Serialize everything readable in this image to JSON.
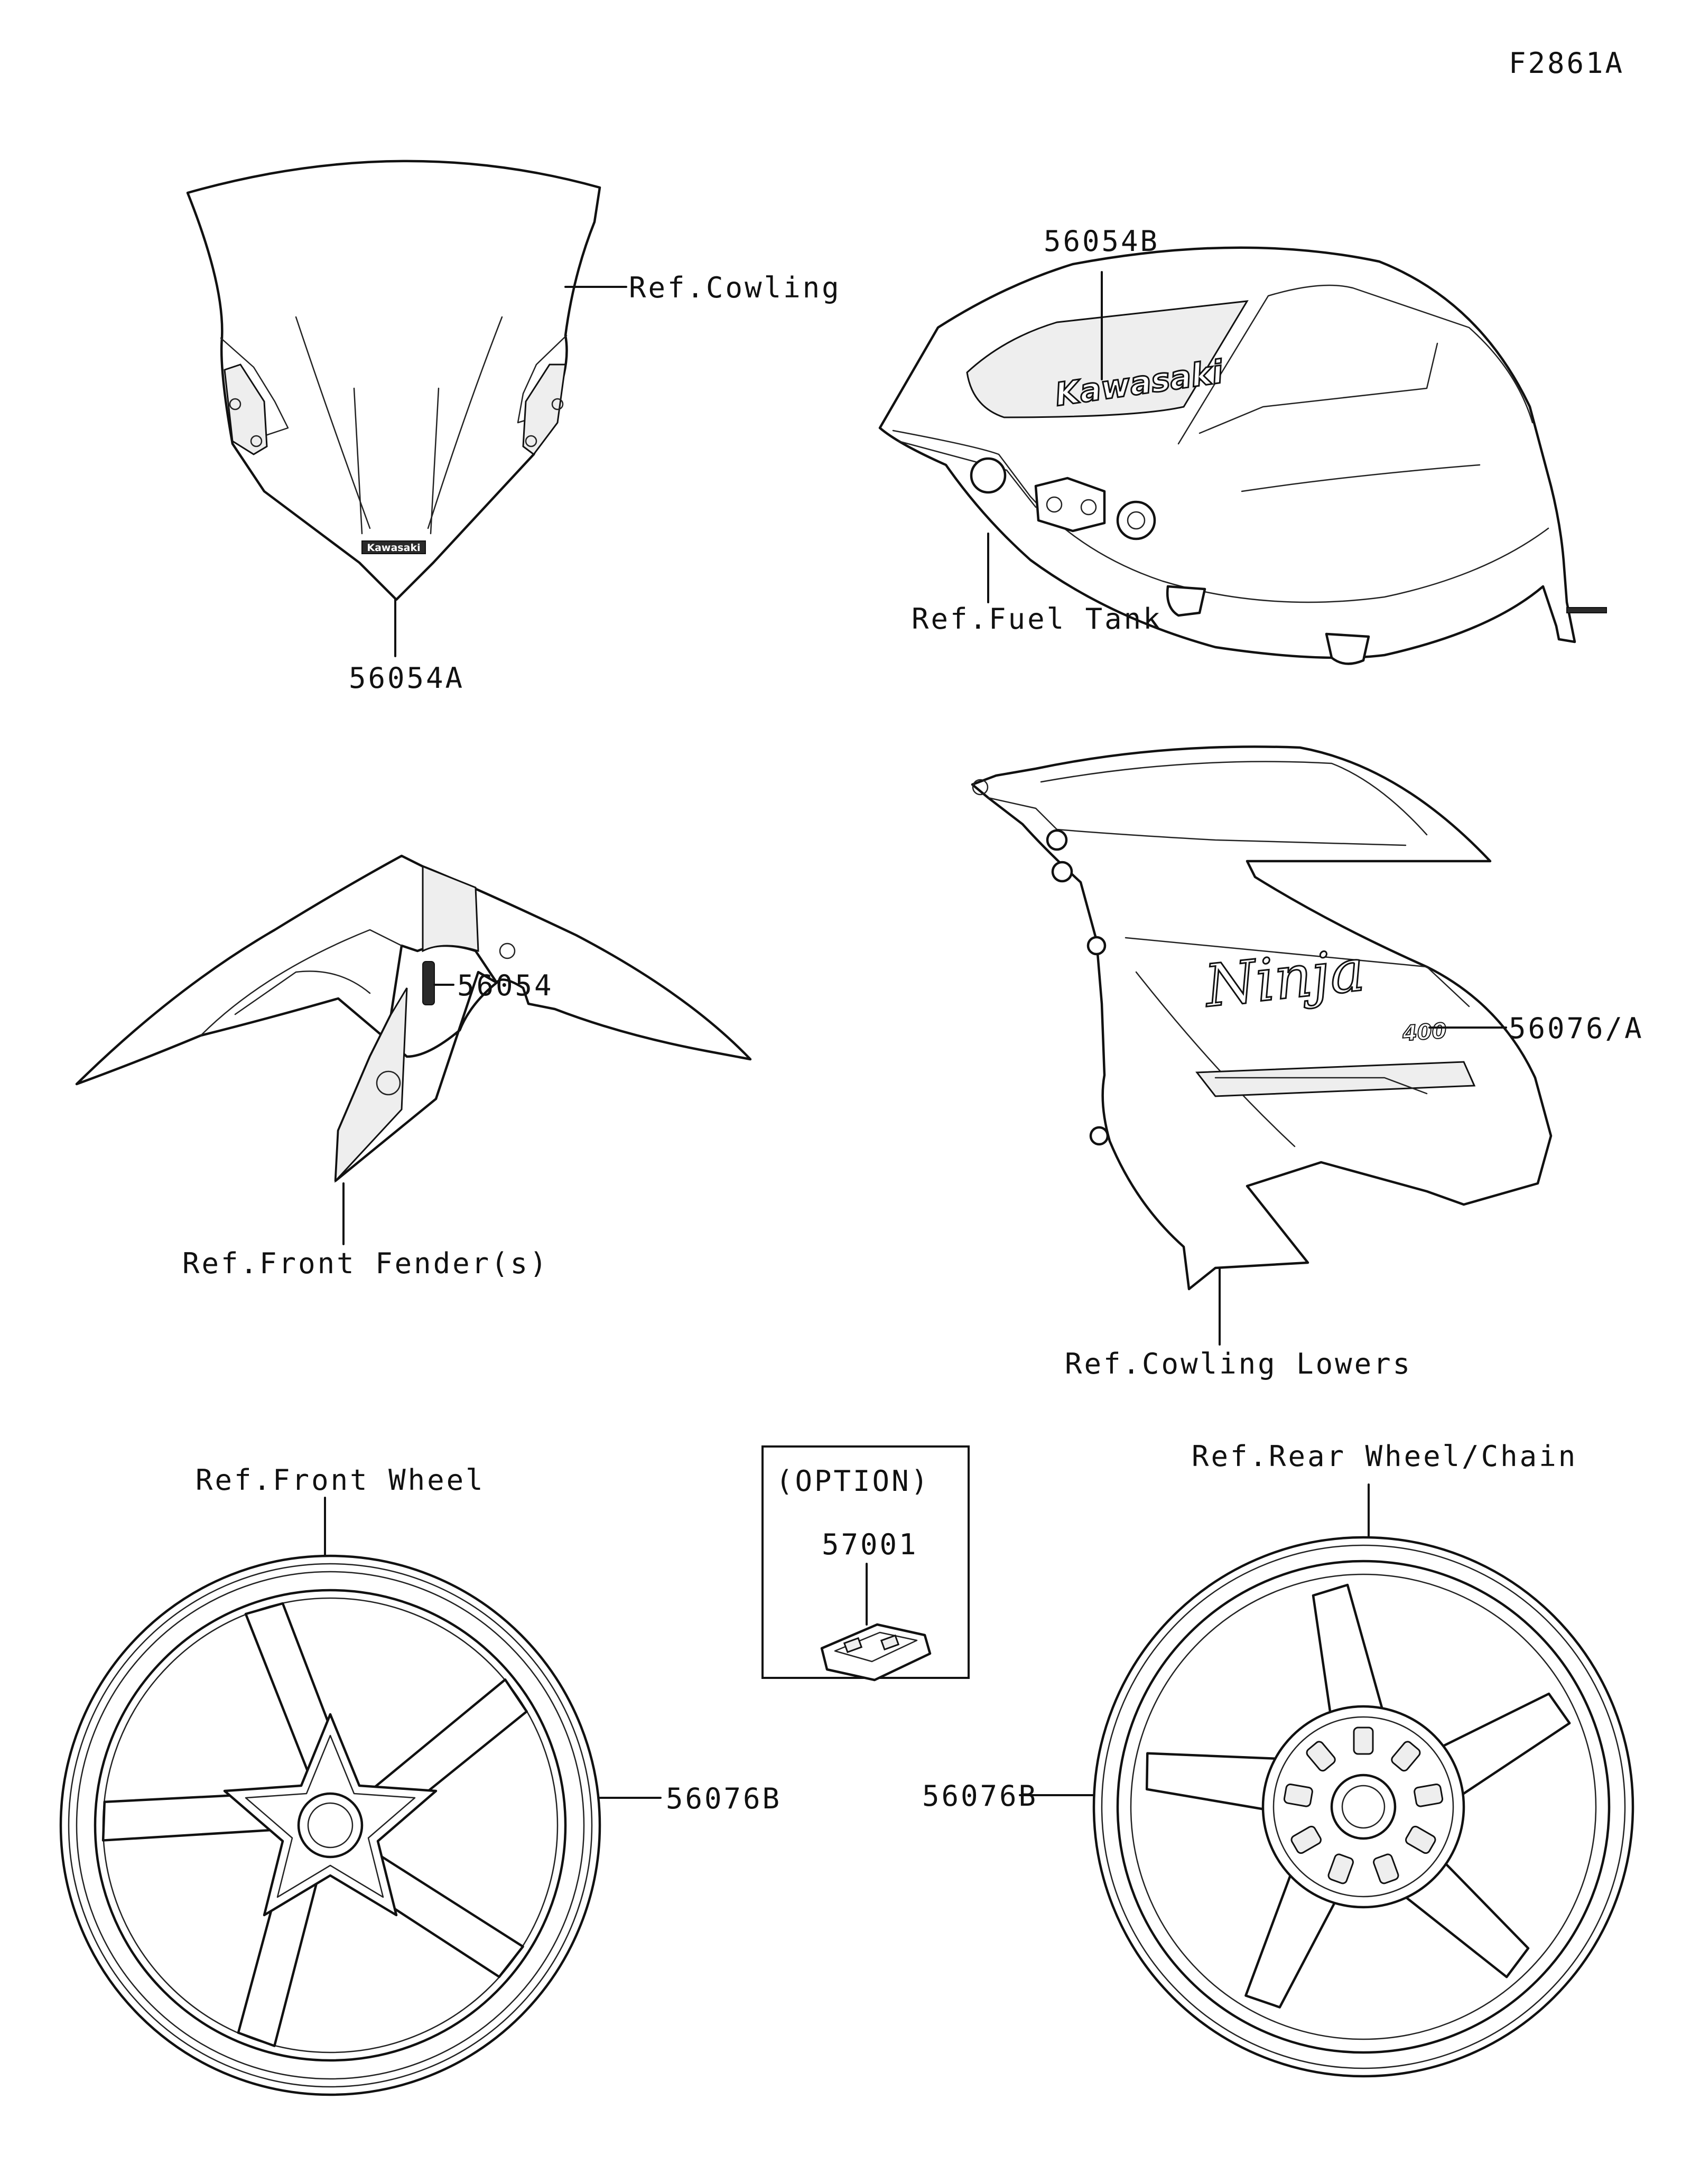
{
  "figure_id": "F2861A",
  "labels": {
    "windshield_part": "56054A",
    "ref_cowling": "Ref.Cowling",
    "tank_part": "56054B",
    "ref_fuel_tank": "Ref.Fuel Tank",
    "fender_part": "56054",
    "ref_front_fender": "Ref.Front Fender(s)",
    "cowling_part": "56076/A",
    "ref_cowling_lowers": "Ref.Cowling Lowers",
    "ref_front_wheel": "Ref.Front Wheel",
    "front_wheel_part": "56076B",
    "option_title": "(OPTION)",
    "option_part": "57001",
    "ref_rear_wheel": "Ref.Rear Wheel/Chain",
    "rear_wheel_part": "56076B"
  },
  "decals": {
    "brand": "Kawasaki",
    "model": "Ninja",
    "badge": "400"
  }
}
